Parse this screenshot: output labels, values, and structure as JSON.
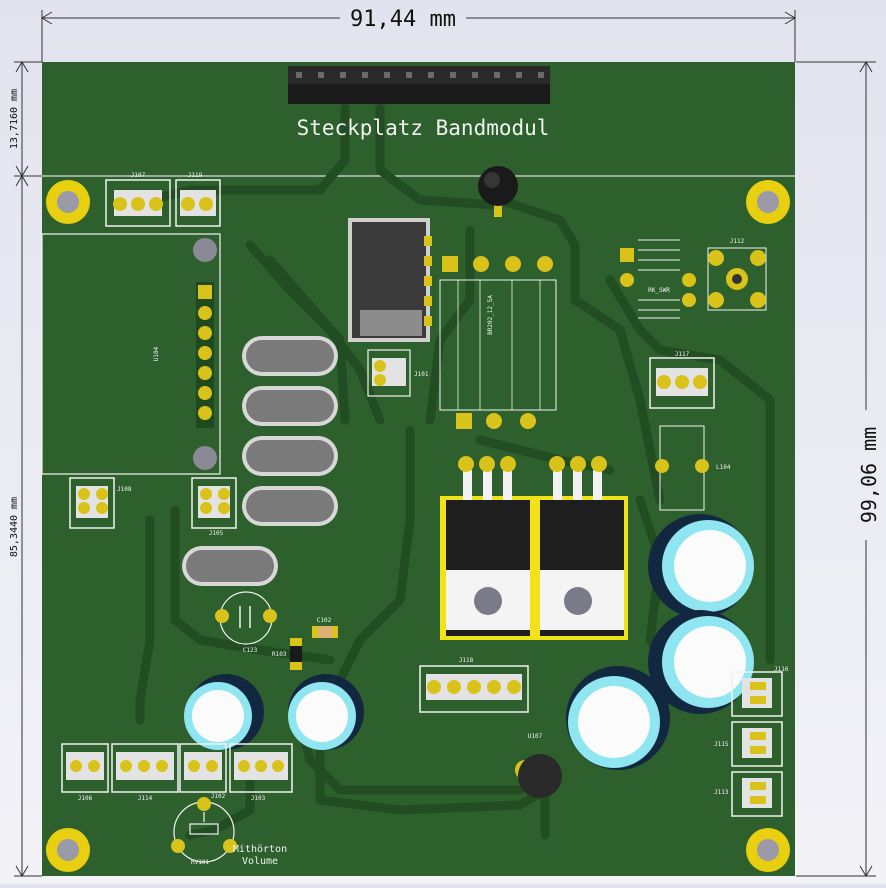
{
  "dimensions": {
    "width": "91,44 mm",
    "height": "99,06 mm",
    "top_section": "13,7160 mm",
    "lower_section": "85,3440 mm"
  },
  "board": {
    "title": "Steckplatz Bandmodul",
    "pot_caption_line1": "Mithörton",
    "pot_caption_line2": "Volume"
  },
  "components": {
    "j107": "J107",
    "j119": "J119",
    "u104": "U104",
    "j108": "J108",
    "j105": "J105",
    "c123": "C123",
    "c102": "C102",
    "r103": "R103",
    "j101": "J101",
    "bridge": "BR202_12_5A",
    "j112": "J112",
    "rk_swr": "RK_SWR",
    "j117": "J117",
    "l104": "L104",
    "j118": "J118",
    "u107": "U107",
    "j116": "J116",
    "j115": "J115",
    "j113": "J113",
    "j106": "J106",
    "j114": "J114",
    "j102": "J102",
    "j103": "J103",
    "rv101": "RV101"
  },
  "colors": {
    "pcb": "#2b5e2b",
    "copper": "#1f4a1f",
    "silk": "#f2f2f2",
    "pad": "#d9c21a",
    "heatsink": "#f2e21a"
  }
}
